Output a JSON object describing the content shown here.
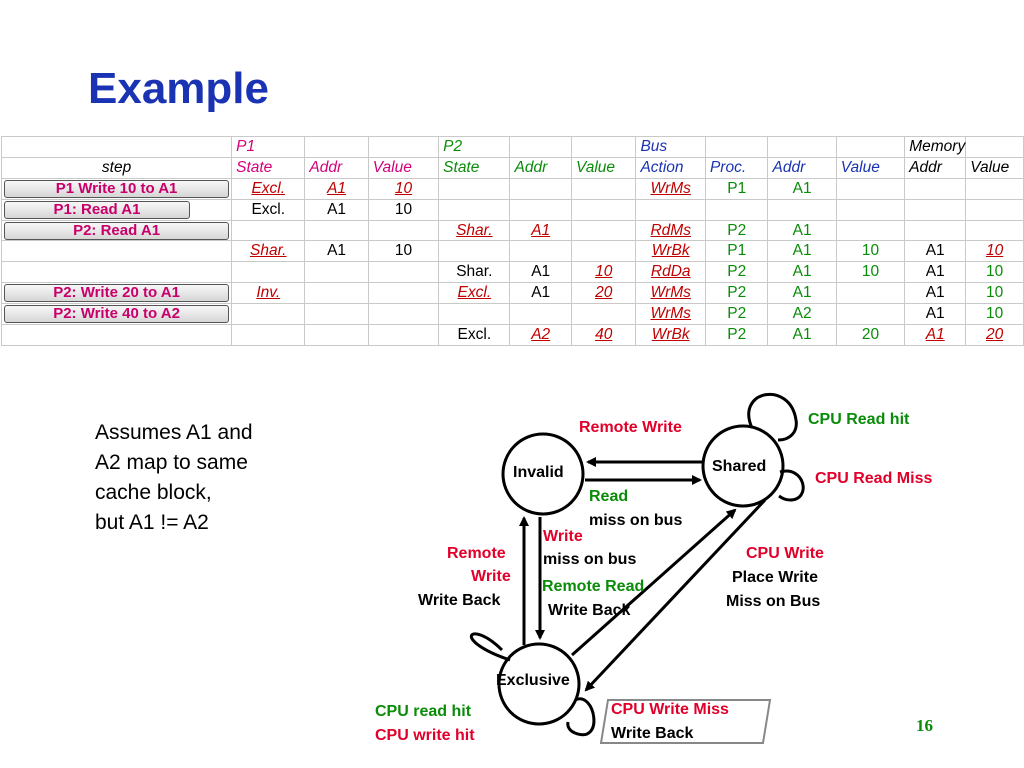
{
  "title": "Example",
  "table": {
    "group_header": [
      "",
      "P1",
      "",
      "",
      "P2",
      "",
      "",
      "Bus",
      "",
      "",
      "",
      "Memory",
      ""
    ],
    "col_header": [
      "step",
      "State",
      "Addr",
      "Value",
      "State",
      "Addr",
      "Value",
      "Action",
      "Proc.",
      "Addr",
      "Value",
      "Addr",
      "Value"
    ],
    "rows": [
      {
        "step": "P1 Write 10 to A1",
        "cells": [
          "Excl.",
          "A1",
          "10",
          "",
          "",
          "",
          "WrMs",
          "P1",
          "A1",
          "",
          "",
          ""
        ]
      },
      {
        "step": "P1: Read A1",
        "cells": [
          "Excl.",
          "A1",
          "10",
          "",
          "",
          "",
          "",
          "",
          "",
          "",
          "",
          ""
        ]
      },
      {
        "step": "P2: Read A1",
        "cells": [
          "",
          "",
          "",
          "Shar.",
          "A1",
          "",
          "RdMs",
          "P2",
          "A1",
          "",
          "",
          ""
        ]
      },
      {
        "step": "",
        "cells": [
          "Shar.",
          "A1",
          "10",
          "",
          "",
          "",
          "WrBk",
          "P1",
          "A1",
          "10",
          "A1",
          "10"
        ]
      },
      {
        "step": "",
        "cells": [
          "",
          "",
          "",
          "Shar.",
          "A1",
          "10",
          "RdDa",
          "P2",
          "A1",
          "10",
          "A1",
          "10"
        ]
      },
      {
        "step": "P2: Write 20 to A1",
        "cells": [
          "Inv.",
          "",
          "",
          "Excl.",
          "A1",
          "20",
          "WrMs",
          "P2",
          "A1",
          "",
          "A1",
          "10"
        ]
      },
      {
        "step": "P2: Write 40 to A2",
        "cells": [
          "",
          "",
          "",
          "",
          "",
          "",
          "WrMs",
          "P2",
          "A2",
          "",
          "A1",
          "10"
        ]
      },
      {
        "step": "",
        "cells": [
          "",
          "",
          "",
          "Excl.",
          "A2",
          "40",
          "WrBk",
          "P2",
          "A1",
          "20",
          "A1",
          "20"
        ]
      }
    ]
  },
  "assumption": [
    "Assumes A1 and",
    "A2 map to same",
    "cache block,",
    "but A1 !=  A2"
  ],
  "diagram": {
    "states": {
      "invalid": "Invalid",
      "shared": "Shared",
      "exclusive": "Exclusive"
    },
    "labels": {
      "remote_write_top": "Remote Write",
      "cpu_read_hit": "CPU Read hit",
      "cpu_read_miss": "CPU Read Miss",
      "read": "Read",
      "miss_on_bus_1": "miss on bus",
      "write": "Write",
      "miss_on_bus_2": "miss on bus",
      "remote": "Remote",
      "write2": "Write",
      "write_back_1": "Write Back",
      "remote_read": "Remote Read",
      "write_back_2": "Write Back",
      "cpu_write": "CPU Write",
      "place_write": "Place Write",
      "miss_on_bus_3": "Miss on Bus",
      "cpu_read_hit_2": "CPU read hit",
      "cpu_write_hit": "CPU write hit",
      "cpu_write_miss": "CPU Write Miss",
      "write_back_3": "Write Back"
    }
  },
  "page_number": "16",
  "colors": {
    "title": "#1a33b3",
    "red_label": "#e0002a",
    "green_label": "#0a8c0a",
    "p1": "#d4007a",
    "p2": "#0a8c0a",
    "bus": "#1a33b3"
  }
}
